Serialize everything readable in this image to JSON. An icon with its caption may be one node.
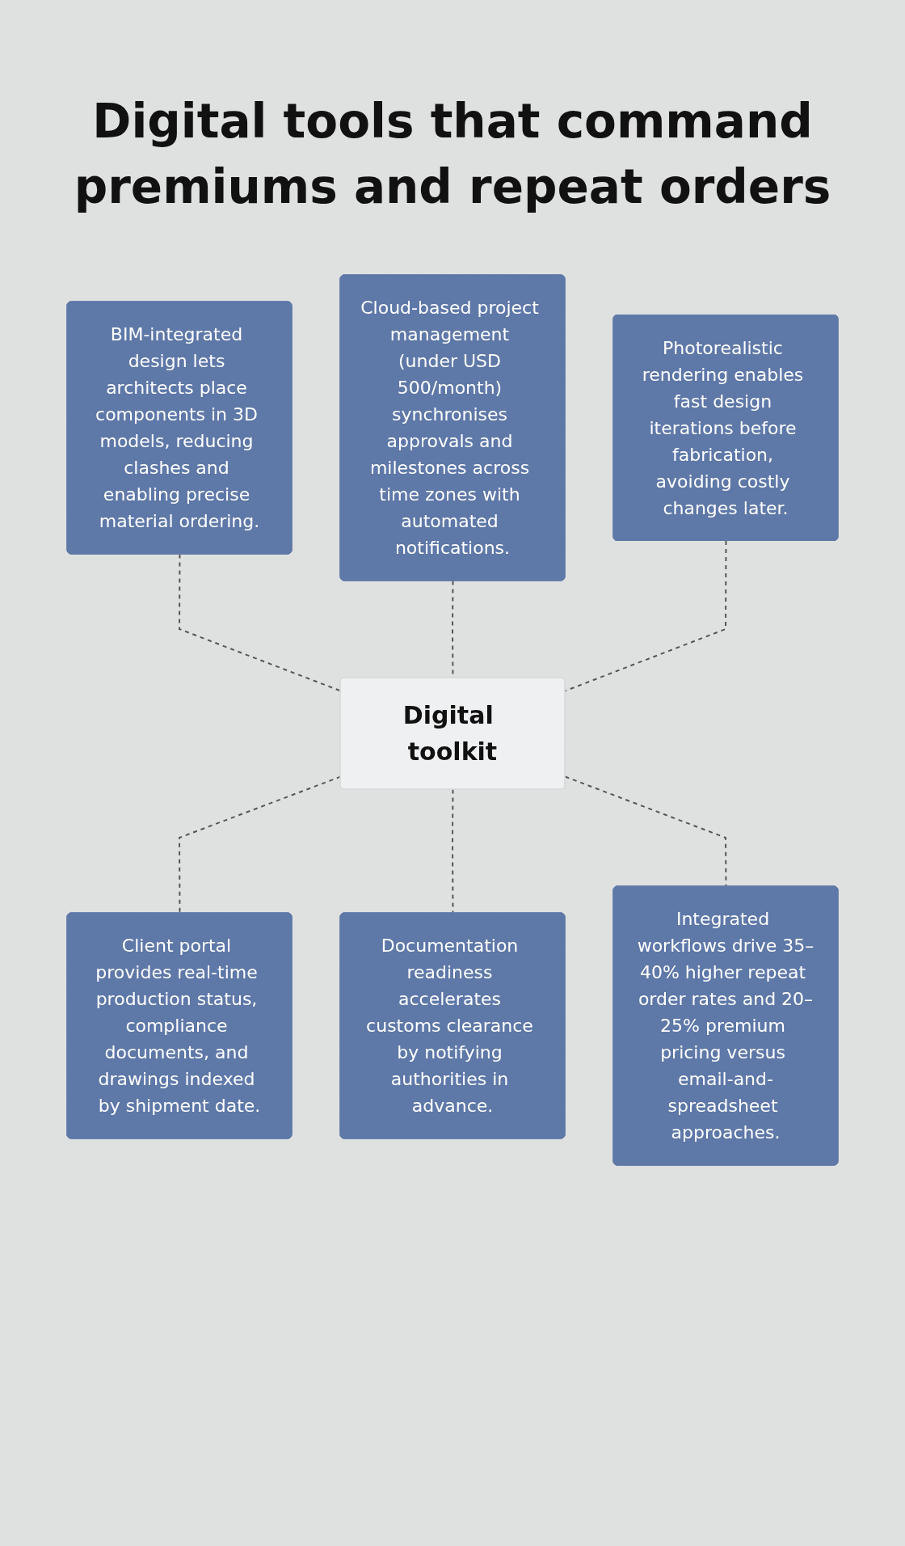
{
  "diagram": {
    "title": "Digital tools that command premiums and repeat orders",
    "nodes": [
      {
        "text": [
          "BIM-integrated design lets architects place components in 3D models, reducing clashes and enabling precise material ordering."
        ]
      },
      {
        "text": [
          "Cloud-based project management (under USD 500/month) synchronises approvals and milestones across time zones with automated notifications."
        ]
      },
      {
        "text": [
          "Photorealistic rendering enables fast design iterations before fabrication, avoiding costly changes later."
        ]
      },
      {
        "text": [
          "Digital toolkit"
        ]
      },
      {
        "text": [
          "Client portal provides real-time production status, compliance documents, and drawings indexed by shipment date."
        ]
      },
      {
        "text": [
          "Documentation readiness accelerates customs clearance by notifying authorities in advance."
        ]
      },
      {
        "text": [
          "Integrated workflows drive 35–40% higher repeat order rates and 20–25% premium pricing versus email-and-spreadsheet approaches."
        ]
      }
    ],
    "edges": [
      {
        "from": 0,
        "to": 3,
        "arrow": "none",
        "style": "dashed"
      },
      {
        "from": 1,
        "to": 3,
        "arrow": "none",
        "style": "dashed"
      },
      {
        "from": 2,
        "to": 3,
        "arrow": "none",
        "style": "dashed"
      },
      {
        "from": 3,
        "to": 4,
        "arrow": "none",
        "style": "dashed"
      },
      {
        "from": 3,
        "to": 5,
        "arrow": "none",
        "style": "dashed"
      },
      {
        "from": 3,
        "to": 6,
        "arrow": "none",
        "style": "dashed"
      }
    ]
  }
}
